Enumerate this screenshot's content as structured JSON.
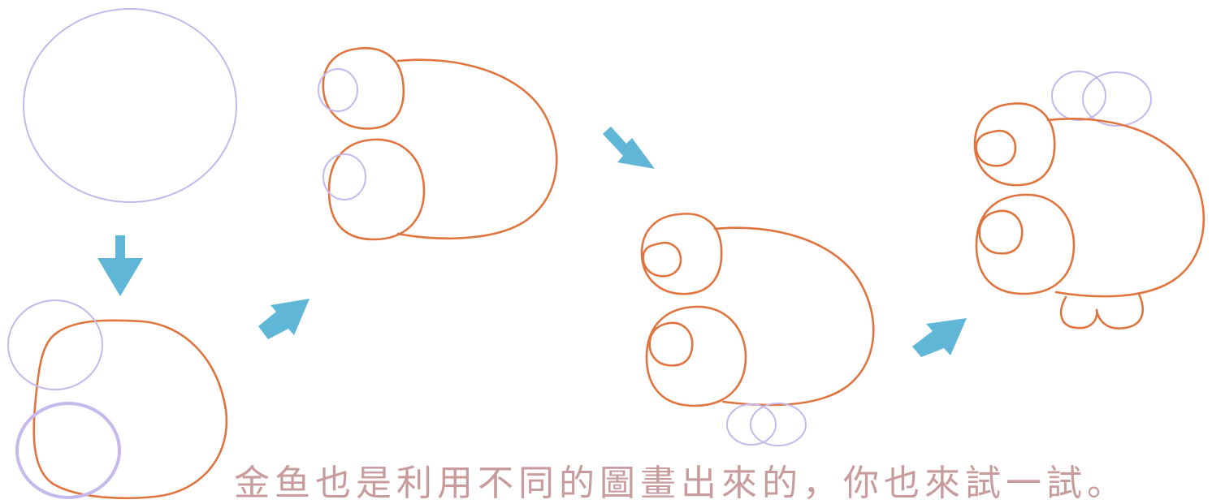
{
  "caption": {
    "text": "金鱼也是利用不同的圖畫出來的，你也來試一試。"
  },
  "colors": {
    "guide_circle": "#c5b8ec",
    "outline": "#e0743f",
    "arrow": "#5fb6d6",
    "caption": "#c89c9c"
  },
  "steps": [
    {
      "step": 1,
      "shape": "guide-circle"
    },
    {
      "step": 2,
      "shape": "body-with-eye-guides"
    },
    {
      "step": 3,
      "shape": "body-with-eyes"
    },
    {
      "step": 4,
      "shape": "body-with-pupils-and-fin-guides"
    },
    {
      "step": 5,
      "shape": "finished-goldfish"
    }
  ],
  "arrows": [
    {
      "from": 1,
      "to": 2,
      "direction": "down"
    },
    {
      "from": 2,
      "to": 3,
      "direction": "up-right"
    },
    {
      "from": 3,
      "to": 4,
      "direction": "down-right"
    },
    {
      "from": 4,
      "to": 5,
      "direction": "up-right"
    }
  ]
}
